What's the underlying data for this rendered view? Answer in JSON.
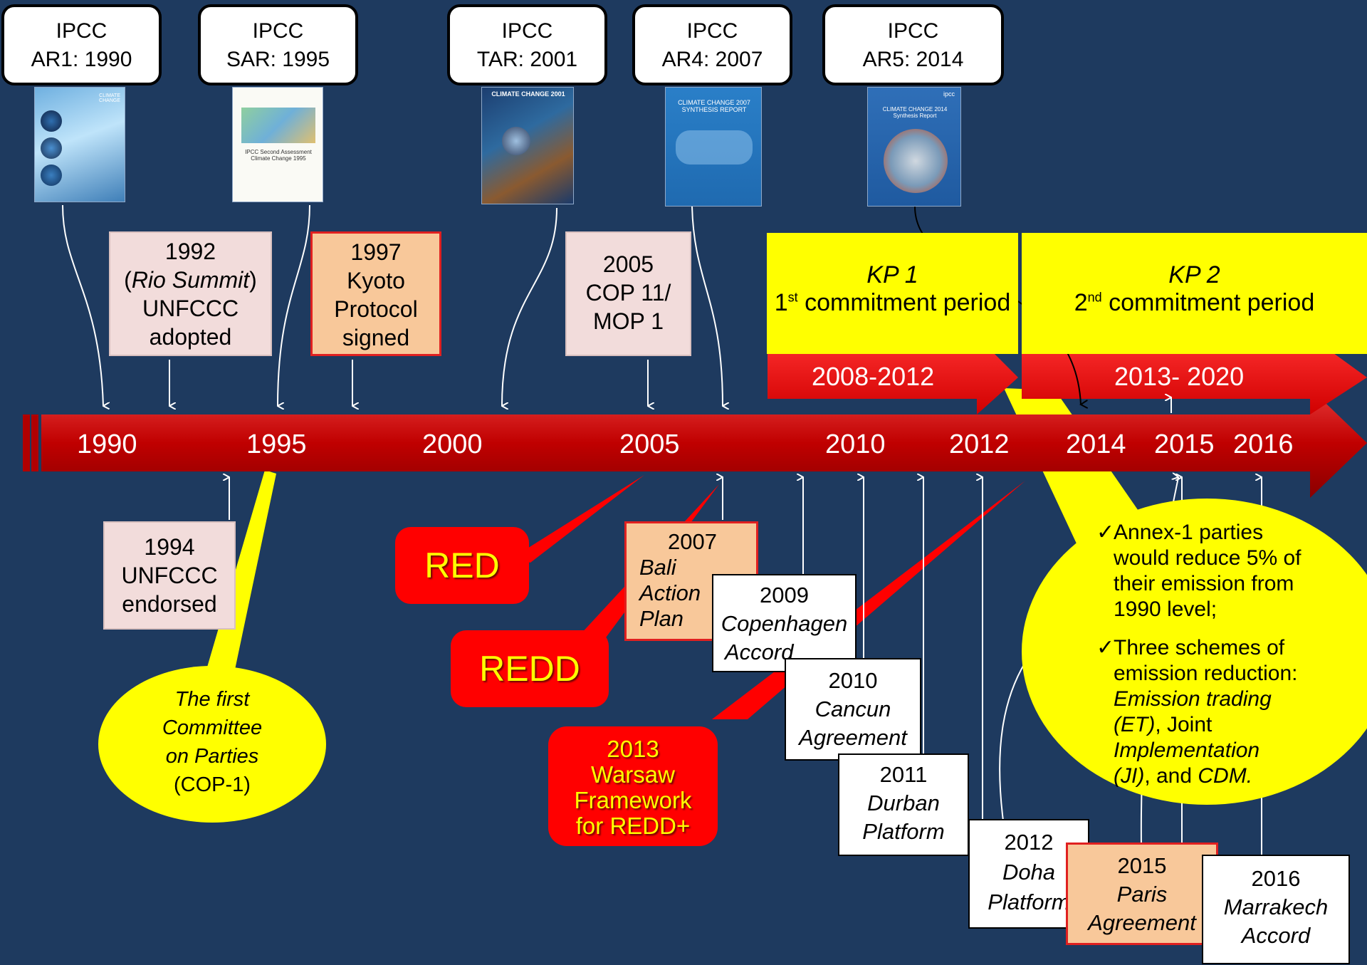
{
  "ipcc_reports": [
    {
      "line1": "IPCC",
      "line2": "AR1: 1990"
    },
    {
      "line1": "IPCC",
      "line2": "SAR: 1995"
    },
    {
      "line1": "IPCC",
      "line2": "TAR: 2001"
    },
    {
      "line1": "IPCC",
      "line2": "AR4: 2007"
    },
    {
      "line1": "IPCC",
      "line2": "AR5: 2014"
    }
  ],
  "cover_titles": {
    "c1": "CLIMATE CHANGE",
    "c2": "IPCC Second Assessment Climate Change 1995",
    "c3": "CLIMATE CHANGE 2001",
    "c4": "CLIMATE CHANGE 2007 SYNTHESIS REPORT",
    "c5": "CLIMATE CHANGE 2014 Synthesis Report",
    "c5_logo": "ipcc"
  },
  "timeline_years": [
    "1990",
    "1995",
    "2000",
    "2005",
    "2010",
    "2012",
    "2014",
    "2015",
    "2016"
  ],
  "events_above": {
    "e1992": {
      "year": "1992",
      "italic": "Rio Summit",
      "line3": "UNFCCC",
      "line4": "adopted"
    },
    "e1997": {
      "year": "1997",
      "line2": "Kyoto",
      "line3": "Protocol",
      "line4": "signed"
    },
    "e2005": {
      "year": "2005",
      "line2": "COP 11/",
      "line3": "MOP 1"
    }
  },
  "commitment_periods": [
    {
      "title": "KP 1",
      "ordinal": "1",
      "sup": "st",
      "subtitle": "commitment period",
      "years": "2008-2012"
    },
    {
      "title": "KP 2",
      "ordinal": "2",
      "sup": "nd",
      "subtitle": "commitment period",
      "years": "2013- 2020"
    }
  ],
  "events_below": {
    "e1994": {
      "year": "1994",
      "line2": "UNFCCC",
      "line3": "endorsed"
    },
    "e2007": {
      "year": "2007",
      "line2": "Bali",
      "line3": "Action",
      "line4": "Plan"
    },
    "e2009": {
      "year": "2009",
      "line2": "Copenhagen",
      "line3": "Accord"
    },
    "e2010": {
      "year": "2010",
      "line2": "Cancun",
      "line3": "Agreement"
    },
    "e2011": {
      "year": "2011",
      "line2": "Durban",
      "line3": "Platform"
    },
    "e2012": {
      "year": "2012",
      "line2": "Doha",
      "line3": "Platform"
    },
    "e2015": {
      "year": "2015",
      "line2": "Paris",
      "line3": "Agreement"
    },
    "e2016": {
      "year": "2016",
      "line2": "Marrakech",
      "line3": "Accord"
    }
  },
  "red_labels": {
    "red": "RED",
    "redd": "REDD",
    "warsaw": [
      "2013",
      "Warsaw",
      "Framework",
      "for REDD+"
    ]
  },
  "cop1_bubble": {
    "line1": "The first",
    "line2": "Committee",
    "line3": "on Parties",
    "line4": "(COP-1)"
  },
  "kyoto_bubble": {
    "b1_check": "✓",
    "b1": [
      "Annex-1 parties",
      "would reduce  5% of",
      "their emission from",
      "1990 level;"
    ],
    "b2_check": "✓",
    "b2_line1": "Three schemes of",
    "b2_line2": "emission reduction:",
    "b2_it1": "Emission trading",
    "b2_it2a": "(ET)",
    "b2_mid": ", Joint",
    "b2_it3": "Implementation",
    "b2_it4": "(JI)",
    "b2_and": ", and ",
    "b2_cdm": "CDM."
  },
  "colors": {
    "background": "#1e3a5f",
    "timeline": "#cc0000",
    "yellow": "#ffff00",
    "peach": "#f8c89a",
    "pink": "#f2dcdb"
  }
}
